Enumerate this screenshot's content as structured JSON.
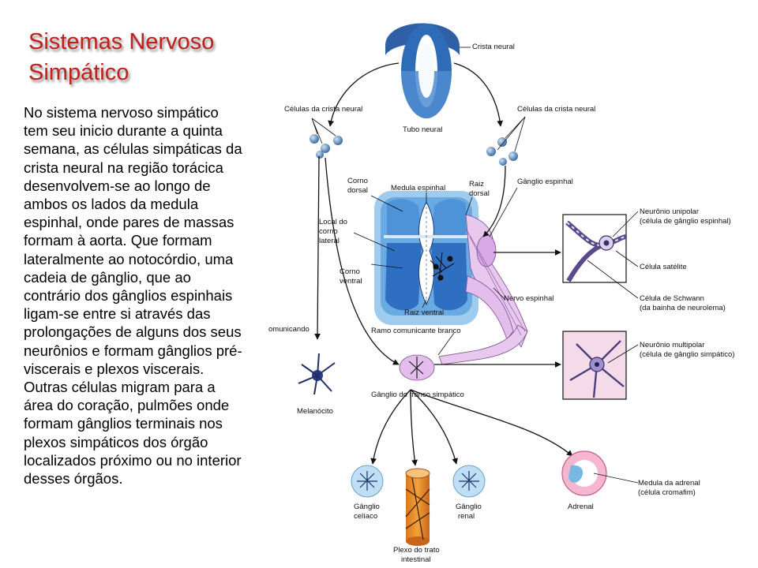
{
  "slide": {
    "title_lines": [
      "Sistemas Nervoso",
      "Simpático"
    ],
    "body_lines": [
      "No sistema nervoso simpático",
      "tem seu inicio durante a quinta",
      "semana, as células simpáticas da",
      "crista neural na região torácica",
      "desenvolvem-se ao longo de",
      "ambos os lados da medula",
      "espinhal, onde pares de massas",
      "formam à aorta. Que formam",
      "lateralmente ao notocórdio, uma",
      "cadeia de gânglio, que ao",
      "contrário dos gânglios espinhais",
      "ligam-se entre si através das",
      "prolongações de alguns dos seus",
      "neurônios e formam gânglios pré-",
      "viscerais e plexos viscerais.",
      "Outras células migram para a",
      "área do coração, pulmões onde",
      "formam gânglios terminais nos",
      "plexos simpáticos dos órgão",
      "localizados próximo ou no interior",
      "desses órgãos."
    ]
  },
  "figure": {
    "labels": {
      "crista_neural": "Crista neural",
      "cells_left": "Células da crista neural",
      "cells_right": "Células da crista neural",
      "tubo_neural": "Tubo neural",
      "corno_dorsal_1": "Corno",
      "corno_dorsal_2": "dorsal",
      "medula_espinhal": "Medula espinhal",
      "raiz_dorsal_1": "Raiz",
      "raiz_dorsal_2": "dorsal",
      "ganglio_espinhal": "Gânglio espinhal",
      "local_1": "Local do",
      "local_2": "corno",
      "local_3": "lateral",
      "corno_ventral_1": "Corno",
      "corno_ventral_2": "ventral",
      "raiz_ventral": "Raiz ventral",
      "nervo_espinhal": "Nervo espinhal",
      "ramo_comunicante": "Ramo comunicante branco",
      "comunicando": "omunicando",
      "melanocito": "Melanócito",
      "ganglio_tronco": "Gânglio do tronco simpático",
      "neuronio_unipolar_1": "Neurônio unipolar",
      "neuronio_unipolar_2": "(célula de gânglio espinhal)",
      "celula_satelite": "Célula satélite",
      "schwann_1": "Célula de Schwann",
      "schwann_2": "(da bainha de neurolema)",
      "neuronio_multipolar_1": "Neurônio multipolar",
      "neuronio_multipolar_2": "(célula de gânglio simpático)",
      "celiaco_1": "Gânglio",
      "celiaco_2": "celíaco",
      "plexo_1": "Plexo do trato",
      "plexo_2": "intestinal",
      "renal_1": "Gânglio",
      "renal_2": "renal",
      "adrenal": "Adrenal",
      "medula_adrenal_1": "Medula da adrenal",
      "medula_adrenal_2": "(célula cromafim)"
    }
  }
}
